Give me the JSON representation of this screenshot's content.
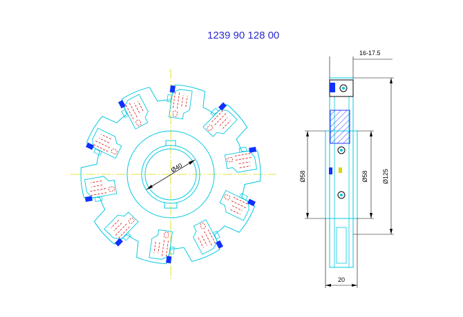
{
  "drawing": {
    "part_number": "1239 90 128 00",
    "dimensions": {
      "bore": "Ø40",
      "shoulder_left": "Ø58",
      "shoulder_right": "Ø58",
      "outer": "Ø125",
      "width": "20",
      "insert_range": "16-17.5"
    },
    "colors": {
      "outline": "#00c8e0",
      "hidden": "#e02020",
      "center": "#d8d800",
      "insert": "#1030ff",
      "dimension": "#000000"
    }
  }
}
